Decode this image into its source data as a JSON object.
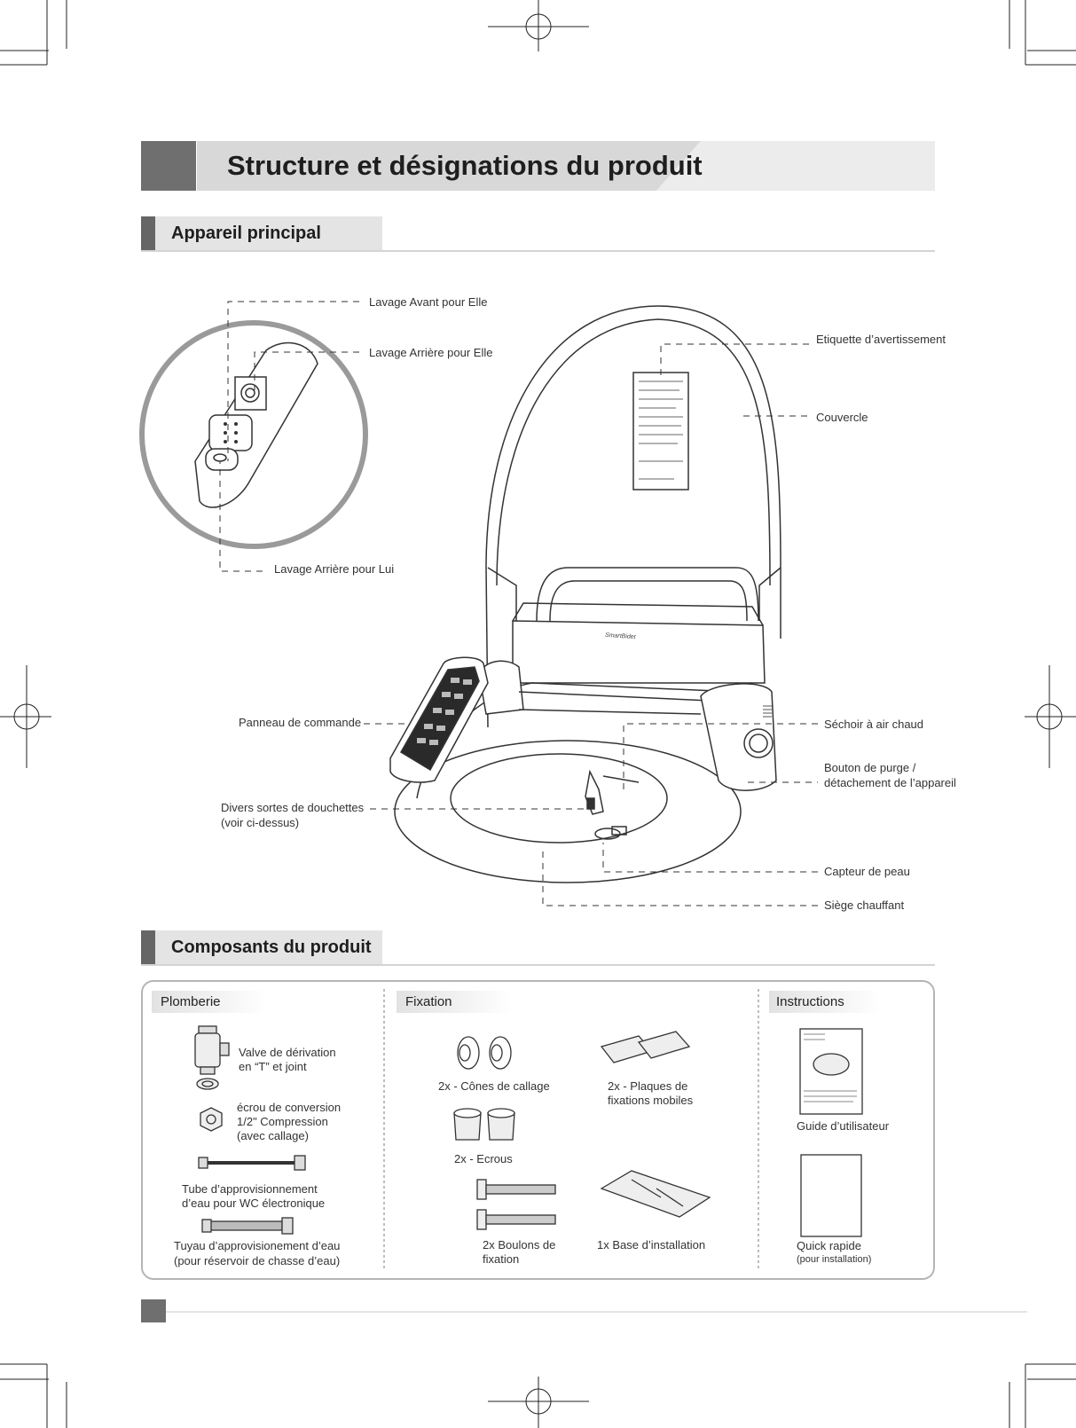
{
  "header": {
    "title": "Structure et désignations du produit"
  },
  "sections": {
    "main_device": {
      "title": "Appareil principal"
    },
    "components": {
      "title": "Composants du produit"
    }
  },
  "callouts": {
    "front_wash_her": "Lavage Avant pour Elle",
    "rear_wash_her": "Lavage Arrière pour Elle",
    "rear_wash_him": "Lavage Arrière pour Lui",
    "warning_label": "Etiquette d’avertissement",
    "lid": "Couvercle",
    "control_panel": "Panneau de commande",
    "warm_air_dryer": "Séchoir à air chaud",
    "purge_button_line1": "Bouton de purge /",
    "purge_button_line2": "détachement de l’appareil",
    "nozzles_line1": "Divers sortes de douchettes",
    "nozzles_line2": "(voir ci-dessus)",
    "skin_sensor": "Capteur de peau",
    "heated_seat": "Siège chauffant"
  },
  "brand_mark": "SmartBidet",
  "components": {
    "plumbing": {
      "label": "Plomberie",
      "items": {
        "tee_valve": [
          "Valve de dérivation",
          "en “T” et joint"
        ],
        "conversion_nut": [
          "écrou de conversion",
          "1/2\" Compression",
          "(avec callage)"
        ],
        "supply_tube": [
          "Tube d’approvisionnement",
          "d’eau pour WC électronique"
        ],
        "supply_hose": [
          "Tuyau d’approvisionement d’eau",
          "(pour réservoir de chasse d’eau)"
        ]
      }
    },
    "fixation": {
      "label": "Fixation",
      "items": {
        "cones": [
          "2x - Cônes de callage"
        ],
        "plates": [
          "2x - Plaques de",
          "fixations mobiles"
        ],
        "nuts": [
          "2x - Ecrous"
        ],
        "bolts": [
          "2x Boulons de",
          "fixation"
        ],
        "base": [
          "1x Base d’installation"
        ]
      }
    },
    "instructions": {
      "label": "Instructions",
      "items": {
        "user_guide": [
          "Guide d’utilisateur"
        ],
        "quick_guide": [
          "Quick rapide",
          "(pour installation)"
        ]
      }
    }
  }
}
